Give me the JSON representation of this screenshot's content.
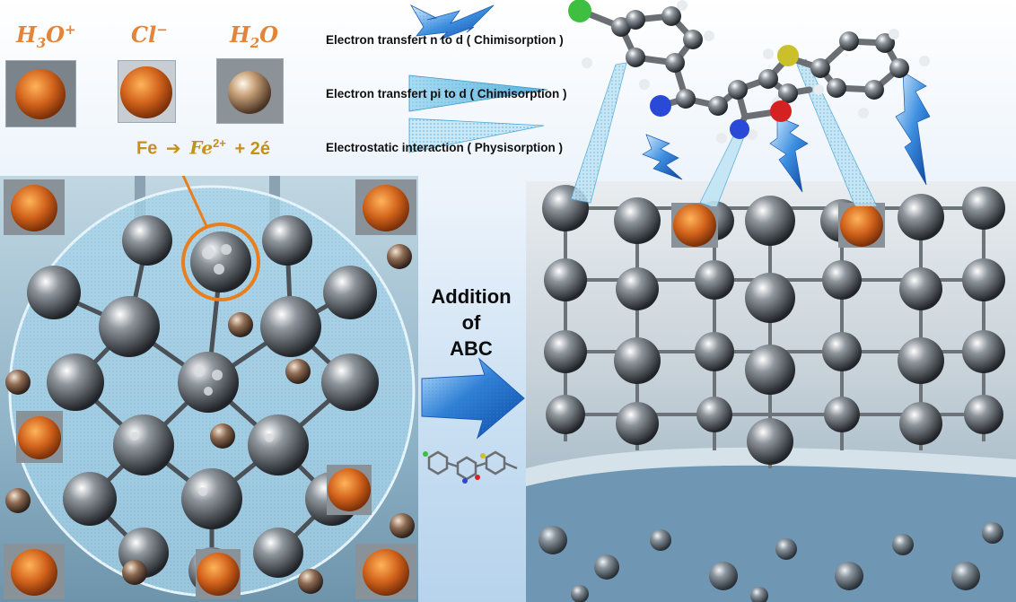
{
  "ions": {
    "h3o": {
      "base": "H",
      "sub1": "3",
      "mid": "O",
      "sup": "+"
    },
    "cl": {
      "base": "Cl",
      "sup": "−"
    },
    "h2o": {
      "base": "H",
      "sub": "2",
      "tail": "O"
    }
  },
  "equation": {
    "reactant": "Fe",
    "arrow": "➔",
    "product": "Fe",
    "charge": "2+",
    "electrons": "+ 2é"
  },
  "legend": {
    "n_to_d": "Electron transfert  n to d ( Chimisorption )",
    "pi_to_d": "Electron transfert  pi to d ( Chimisorption )",
    "electrostatic": "Electrostatic interaction  ( Physisorption )"
  },
  "addition": {
    "line1": "Addition",
    "line2": "of",
    "line3": "ABC"
  },
  "colors": {
    "ion_label": "#e2843a",
    "equation": "#c7901d",
    "arrow_blue": "#2f7fd6",
    "highlight_ring": "#e87f1f",
    "chloride": "#d2631c"
  },
  "icons": [
    "lightning-bolt-icon",
    "flat-wedge-icon",
    "right-arrow-icon"
  ]
}
